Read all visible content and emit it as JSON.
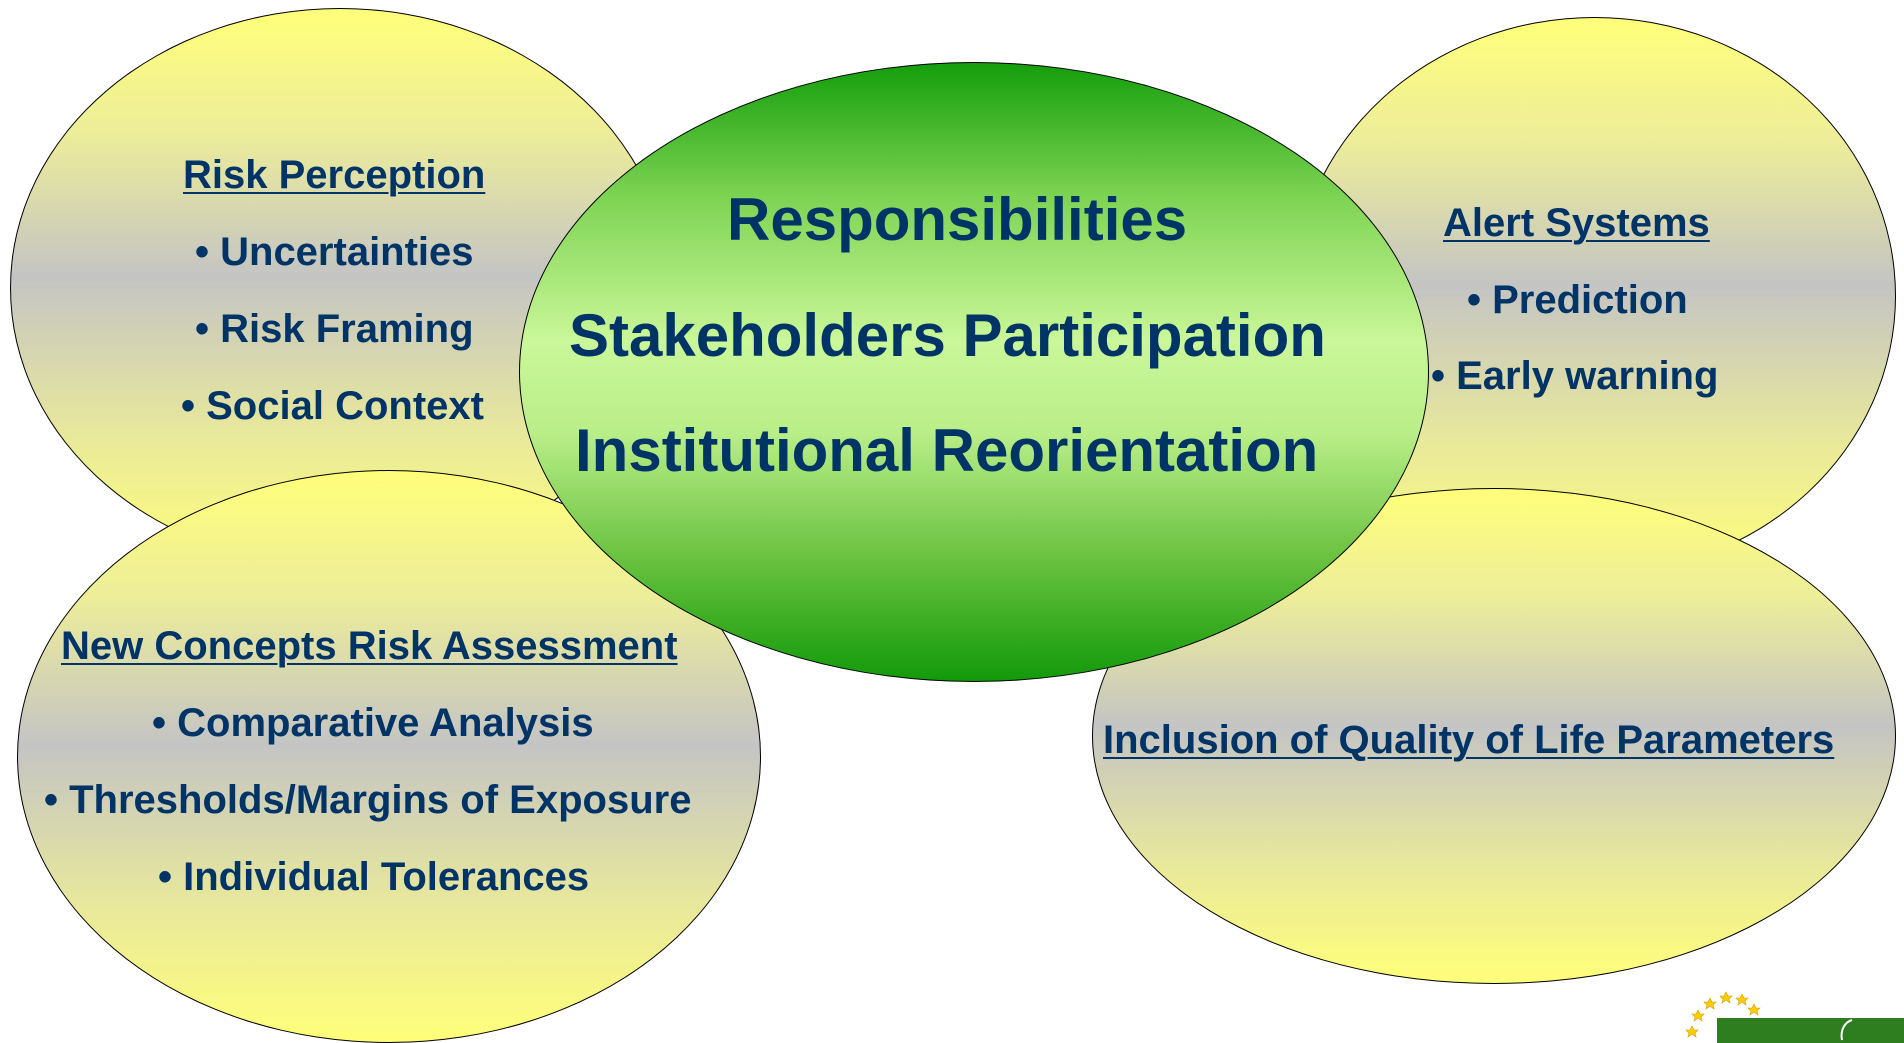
{
  "diagram": {
    "center": {
      "lines": [
        "Responsibilities",
        "Stakeholders Participation",
        "Institutional Reorientation"
      ]
    },
    "risk_perception": {
      "title": "Risk Perception",
      "items": [
        "• Uncertainties",
        "• Risk Framing",
        "• Social Context"
      ]
    },
    "alert_systems": {
      "title": "Alert Systems",
      "items": [
        "• Prediction",
        "• Early warning"
      ]
    },
    "new_concepts": {
      "title": "New Concepts Risk Assessment",
      "items": [
        "• Comparative Analysis",
        "• Thresholds/Margins of Exposure",
        "• Individual Tolerances"
      ]
    },
    "quality_of_life": {
      "title": "Inclusion of Quality of Life Parameters"
    }
  },
  "colors": {
    "text": "#003366",
    "ellipse_yellow": "#ffff7a",
    "ellipse_gray": "#c4c4c4",
    "ellipse_green_dark": "#129a0a",
    "ellipse_green_light": "#caf799",
    "logo_green": "#2e7d1e",
    "logo_stars": "#ffcc00"
  },
  "icons": {
    "logo": "eu-stars-logo-icon"
  }
}
